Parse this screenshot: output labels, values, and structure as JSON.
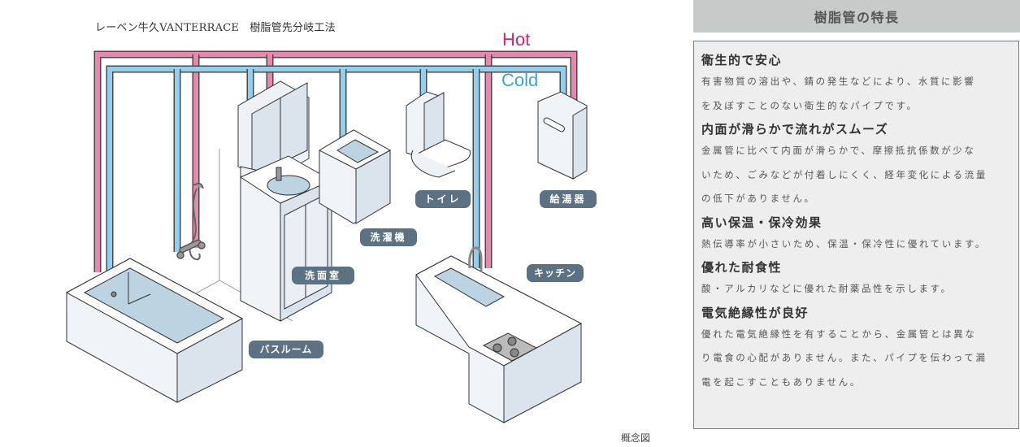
{
  "diagram": {
    "title": "レーベン牛久VANTERRACE　樹脂管先分岐工法",
    "legend": {
      "hot": "Hot",
      "cold": "Cold"
    },
    "colors": {
      "hot": "#e888ad",
      "cold": "#94d0ee",
      "hot_text": "#d6266f",
      "cold_text": "#3aa6d8",
      "tag_bg": "#5c7283"
    },
    "labels": {
      "toilet": "トイレ",
      "water_heater": "給湯器",
      "washing_machine": "洗濯機",
      "washroom": "洗面室",
      "kitchen": "キッチン",
      "bathroom": "バスルーム"
    },
    "caption": "概念図"
  },
  "panel": {
    "header": "樹脂管の特長",
    "features": [
      {
        "title": "衛生的で安心",
        "lines": [
          "有害物質の溶出や、錆の発生などにより、水質に影響",
          "を及ぼすことのない衛生的なパイプです。"
        ]
      },
      {
        "title": "内面が滑らかで流れがスムーズ",
        "lines": [
          "金属管に比べて内面が滑らかで、摩擦抵抗係数が少な",
          "いため、ごみなどが付着しにくく、経年変化による流量",
          "の低下がありません。"
        ]
      },
      {
        "title": "高い保温・保冷効果",
        "lines": [
          "熱伝導率が小さいため、保温・保冷性に優れています。"
        ]
      },
      {
        "title": "優れた耐食性",
        "lines": [
          "酸・アルカリなどに優れた耐薬品性を示します。"
        ]
      },
      {
        "title": "電気絶縁性が良好",
        "lines": [
          "優れた電気絶縁性を有することから、金属管とは異な",
          "り電食の心配がありません。また、パイプを伝わって漏",
          "電を起こすこともありません。"
        ]
      }
    ]
  }
}
